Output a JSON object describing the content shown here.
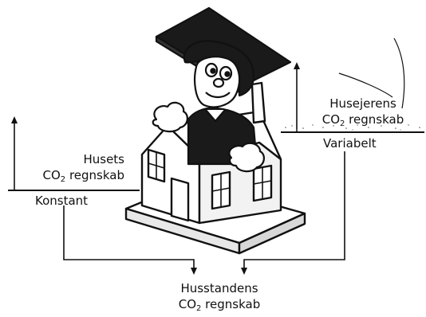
{
  "house_label": {
    "line1": "Husets",
    "co2_prefix": "CO",
    "co2_sub": "2",
    "co2_suffix": " regnskab",
    "status": "Konstant"
  },
  "owner_label": {
    "line1": "Husejerens",
    "co2_prefix": "CO",
    "co2_sub": "2",
    "co2_suffix": " regnskab",
    "status": "Variabelt"
  },
  "household_label": {
    "line1": "Husstandens",
    "co2_prefix": "CO",
    "co2_sub": "2",
    "co2_suffix": " regnskab"
  }
}
